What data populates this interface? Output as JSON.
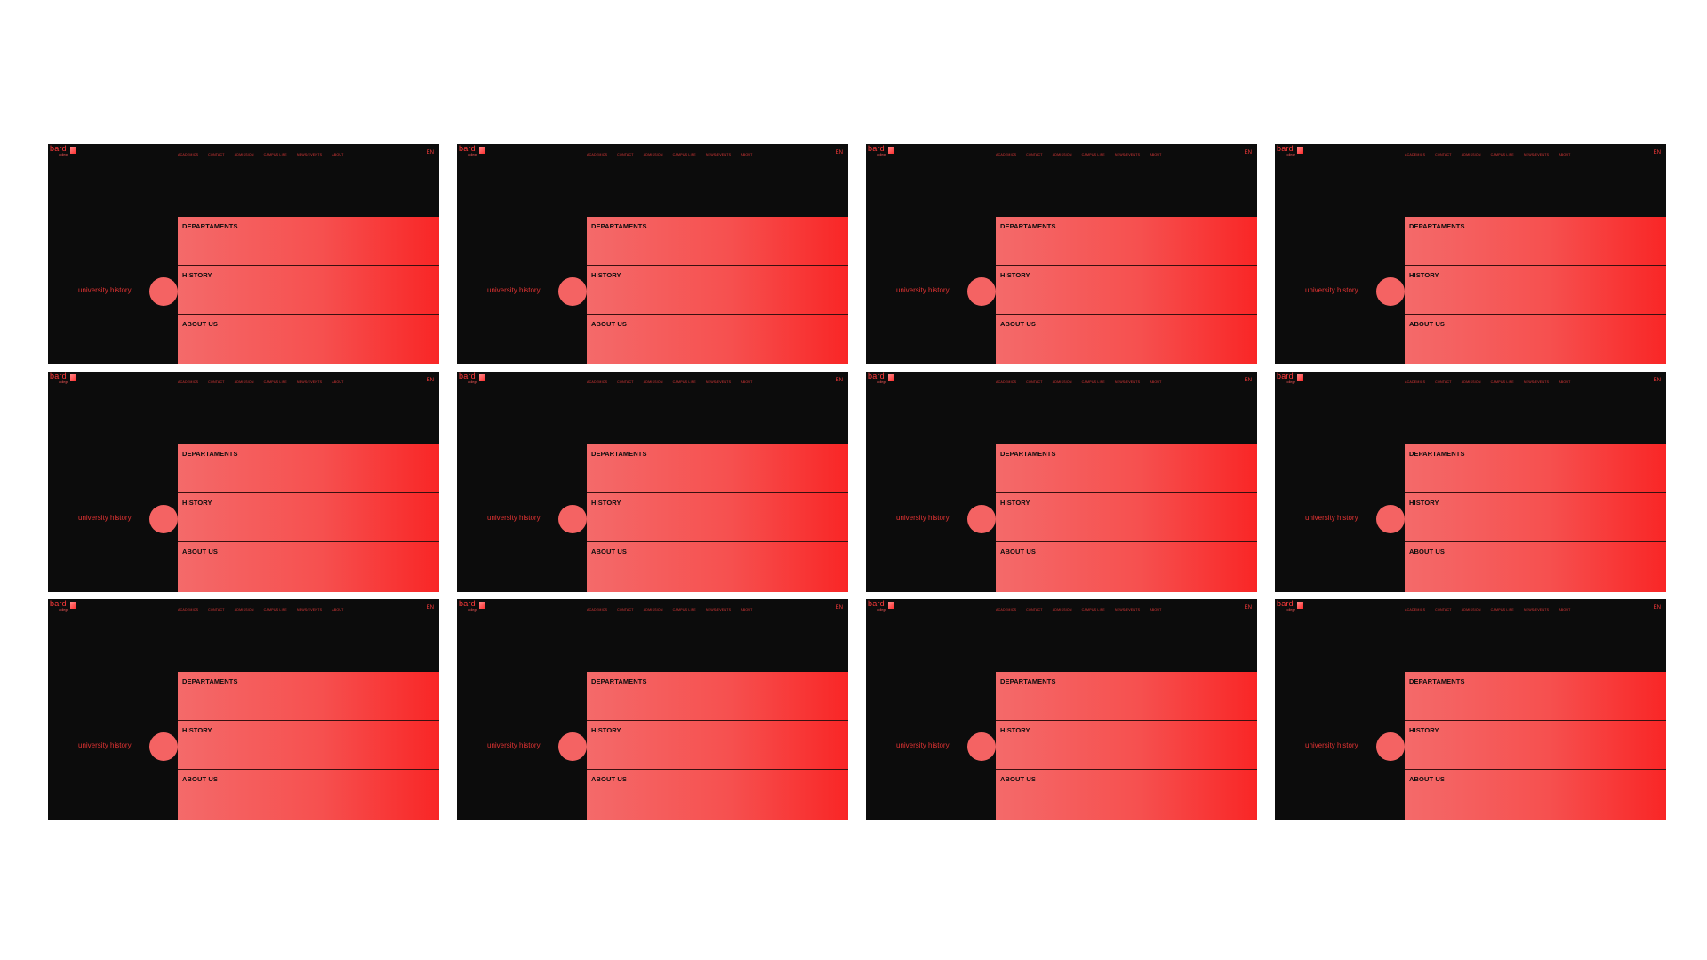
{
  "frames": [
    {
      "logo": {
        "word": "bard",
        "sub": "college"
      },
      "nav": [
        "ACADEMICS",
        "CONTACT",
        "ADMISSION",
        "CAMPUS LIFE",
        "NEWS/EVENTS",
        "ABOUT"
      ],
      "lang": "EN",
      "side_label": "university history",
      "sections": [
        "DEPARTAMENTS",
        "HISTORY",
        "ABOUT US"
      ]
    },
    {
      "logo": {
        "word": "bard",
        "sub": "college"
      },
      "nav": [
        "ACADEMICS",
        "CONTACT",
        "ADMISSION",
        "CAMPUS LIFE",
        "NEWS/EVENTS",
        "ABOUT"
      ],
      "lang": "EN",
      "side_label": "university history",
      "sections": [
        "DEPARTAMENTS",
        "HISTORY",
        "ABOUT US"
      ]
    },
    {
      "logo": {
        "word": "bard",
        "sub": "college"
      },
      "nav": [
        "ACADEMICS",
        "CONTACT",
        "ADMISSION",
        "CAMPUS LIFE",
        "NEWS/EVENTS",
        "ABOUT"
      ],
      "lang": "EN",
      "side_label": "university history",
      "sections": [
        "DEPARTAMENTS",
        "HISTORY",
        "ABOUT US"
      ]
    },
    {
      "logo": {
        "word": "bard",
        "sub": "college"
      },
      "nav": [
        "ACADEMICS",
        "CONTACT",
        "ADMISSION",
        "CAMPUS LIFE",
        "NEWS/EVENTS",
        "ABOUT"
      ],
      "lang": "EN",
      "side_label": "university history",
      "sections": [
        "DEPARTAMENTS",
        "HISTORY",
        "ABOUT US"
      ]
    },
    {
      "logo": {
        "word": "bard",
        "sub": "college"
      },
      "nav": [
        "ACADEMICS",
        "CONTACT",
        "ADMISSION",
        "CAMPUS LIFE",
        "NEWS/EVENTS",
        "ABOUT"
      ],
      "lang": "EN",
      "side_label": "university history",
      "sections": [
        "DEPARTAMENTS",
        "HISTORY",
        "ABOUT US"
      ]
    },
    {
      "logo": {
        "word": "bard",
        "sub": "college"
      },
      "nav": [
        "ACADEMICS",
        "CONTACT",
        "ADMISSION",
        "CAMPUS LIFE",
        "NEWS/EVENTS",
        "ABOUT"
      ],
      "lang": "EN",
      "side_label": "university history",
      "sections": [
        "DEPARTAMENTS",
        "HISTORY",
        "ABOUT US"
      ]
    },
    {
      "logo": {
        "word": "bard",
        "sub": "college"
      },
      "nav": [
        "ACADEMICS",
        "CONTACT",
        "ADMISSION",
        "CAMPUS LIFE",
        "NEWS/EVENTS",
        "ABOUT"
      ],
      "lang": "EN",
      "side_label": "university history",
      "sections": [
        "DEPARTAMENTS",
        "HISTORY",
        "ABOUT US"
      ]
    },
    {
      "logo": {
        "word": "bard",
        "sub": "college"
      },
      "nav": [
        "ACADEMICS",
        "CONTACT",
        "ADMISSION",
        "CAMPUS LIFE",
        "NEWS/EVENTS",
        "ABOUT"
      ],
      "lang": "EN",
      "side_label": "university history",
      "sections": [
        "DEPARTAMENTS",
        "HISTORY",
        "ABOUT US"
      ]
    },
    {
      "logo": {
        "word": "bard",
        "sub": "college"
      },
      "nav": [
        "ACADEMICS",
        "CONTACT",
        "ADMISSION",
        "CAMPUS LIFE",
        "NEWS/EVENTS",
        "ABOUT"
      ],
      "lang": "EN",
      "side_label": "university history",
      "sections": [
        "DEPARTAMENTS",
        "HISTORY",
        "ABOUT US"
      ]
    },
    {
      "logo": {
        "word": "bard",
        "sub": "college"
      },
      "nav": [
        "ACADEMICS",
        "CONTACT",
        "ADMISSION",
        "CAMPUS LIFE",
        "NEWS/EVENTS",
        "ABOUT"
      ],
      "lang": "EN",
      "side_label": "university history",
      "sections": [
        "DEPARTAMENTS",
        "HISTORY",
        "ABOUT US"
      ]
    },
    {
      "logo": {
        "word": "bard",
        "sub": "college"
      },
      "nav": [
        "ACADEMICS",
        "CONTACT",
        "ADMISSION",
        "CAMPUS LIFE",
        "NEWS/EVENTS",
        "ABOUT"
      ],
      "lang": "EN",
      "side_label": "university history",
      "sections": [
        "DEPARTAMENTS",
        "HISTORY",
        "ABOUT US"
      ]
    },
    {
      "logo": {
        "word": "bard",
        "sub": "college"
      },
      "nav": [
        "ACADEMICS",
        "CONTACT",
        "ADMISSION",
        "CAMPUS LIFE",
        "NEWS/EVENTS",
        "ABOUT"
      ],
      "lang": "EN",
      "side_label": "university history",
      "sections": [
        "DEPARTAMENTS",
        "HISTORY",
        "ABOUT US"
      ]
    }
  ],
  "colors": {
    "page_background": "#ffffff",
    "frame_background": "#0c0c0c",
    "accent": "#ff3b3b",
    "panel_gradient_start": "#f46a6a",
    "panel_gradient_end": "#f92626",
    "section_text": "#0d0d0d"
  }
}
